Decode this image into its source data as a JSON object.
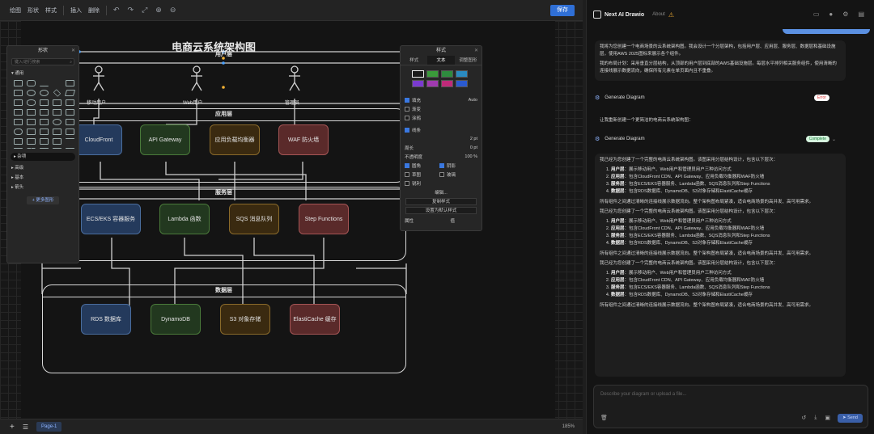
{
  "menu": [
    "绘图",
    "形状",
    "样式"
  ],
  "edit_menu": [
    "插入",
    "删除"
  ],
  "toolbar": {
    "undo": "↶",
    "redo": "↷",
    "fit": "⤢",
    "zoom_in": "⊕",
    "zoom_out": "⊖",
    "save": "保存"
  },
  "diagram": {
    "title": "电商云系统架构图",
    "user_layer": "用户层",
    "actors": [
      "移动用户",
      "Web用户",
      "管理员"
    ],
    "app_layer": "应用层",
    "app_nodes": [
      "CloudFront",
      "API Gateway",
      "应用负载均衡器",
      "WAF 防火墙"
    ],
    "service_layer": "服务层",
    "service_nodes": [
      "ECS/EKS 容器服务",
      "Lambda 函数",
      "SQS 消息队列",
      "Step Functions"
    ],
    "data_layer": "数据层",
    "data_nodes": [
      "RDS 数据库",
      "DynamoDB",
      "S3 对象存储",
      "ElastiCache 缓存"
    ]
  },
  "shapes_panel": {
    "title": "形状",
    "search_placeholder": "键入/进行搜索",
    "general": "通用",
    "categories": [
      "杂项",
      "高级",
      "基本",
      "箭头"
    ],
    "more": "更多图形"
  },
  "style_panel": {
    "title": "样式",
    "tabs": [
      "样式",
      "文本",
      "调整图形"
    ],
    "fill": "填充",
    "fill_value": "Auto",
    "gradient": "渐变",
    "fill_style": "涂鸦",
    "line": "线条",
    "line_width": "2 pt",
    "perimeter": "周长",
    "perimeter_value": "0 pt",
    "opacity": "不透明度",
    "opacity_value": "100 %",
    "rounded": "圆角",
    "shadow": "阴影",
    "sketch": "草图",
    "glass": "玻璃",
    "sharp": "锐利",
    "edit": "编辑...",
    "copy_style": "复制样式",
    "set_default": "设置为默认样式",
    "property": "属性",
    "value": "值"
  },
  "bottom": {
    "page": "Page-1",
    "zoom": "185%"
  },
  "chat": {
    "app_name": "Next AI Drawio",
    "about": "About",
    "intro_1": "我将为您创建一个电商场景的云系统架构图。我会设计一个分层架构，包括用户层、应用层、服务层、数据层和基础设施层，使用AWS 2025图标来展示各个组件。",
    "intro_2": "我的布局计划：采用垂直分层结构，从顶部的用户层到底部的AWS基础设施层。每层水平排列相关服务组件，使用清晰的连接线展示数据流向，确保所有元素在单页面内且不重叠。",
    "tool_name": "Generate Diagram",
    "status_error": "Error",
    "status_complete": "Complete",
    "retry_text": "让我重新创建一个更简洁的电商云系统架构图：",
    "summary_intro": "我已经为您创建了一个完整的电商云系统架构图。该图采用分层结构设计，包含以下层次：",
    "layers": [
      {
        "name": "用户层",
        "desc": "展示移动用户、Web用户和管理员用户三种访问方式"
      },
      {
        "name": "应用层",
        "desc": "包含CloudFront CDN、API Gateway、应用负载均衡器和WAF防火墙"
      },
      {
        "name": "服务层",
        "desc": "包含ECS/EKS容器服务、Lambda函数、SQS消息队列和Step Functions"
      },
      {
        "name": "数据层",
        "desc": "包含RDS数据库、DynamoDB、S3对象存储和ElastiCache缓存"
      }
    ],
    "summary_outro": "所有组件之间通过清晰的连接线展示数据流向。整个架构图布局紧凑，适合电商场景的高并发、高可用需求。",
    "input_placeholder": "Describe your diagram or upload a file...",
    "send": "Send"
  }
}
